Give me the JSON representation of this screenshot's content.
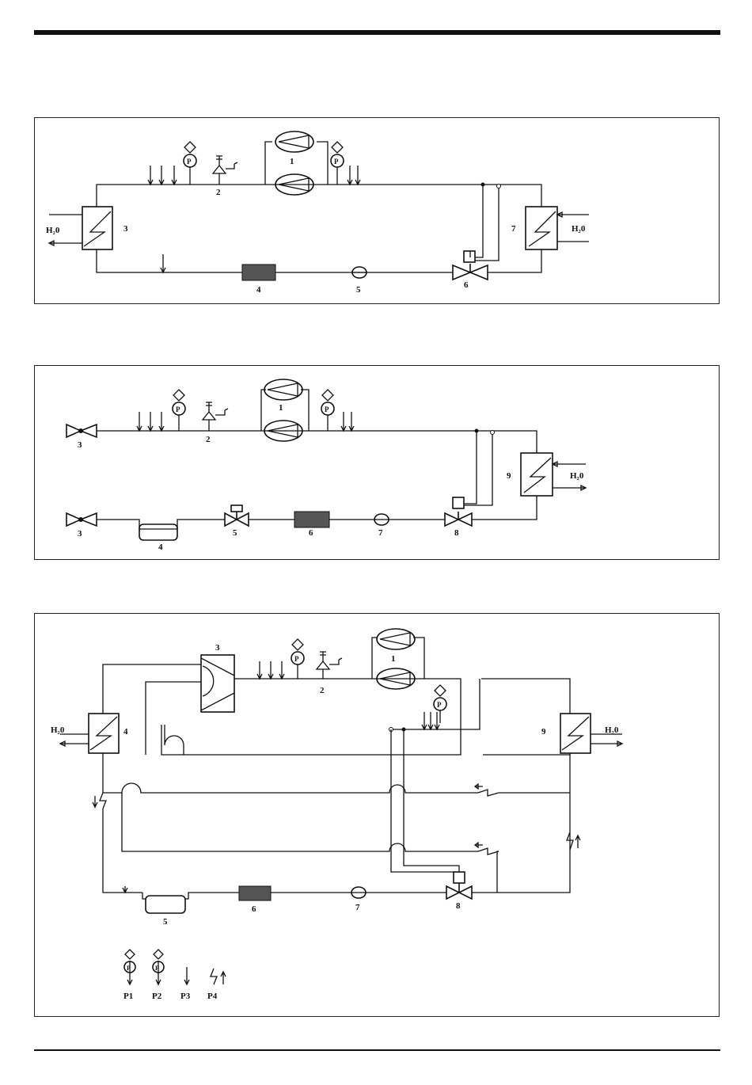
{
  "diagram_1": {
    "labels": {
      "compressor": "1",
      "safety_valve": "2",
      "evaporator": "3",
      "filter_drier": "4",
      "sight_glass": "5",
      "expansion_valve": "6",
      "condenser": "7"
    },
    "water_in": "H₂0",
    "water_out": "H₂0"
  },
  "diagram_2": {
    "labels": {
      "compressor": "1",
      "safety_valve": "2",
      "shutoff_valve_top": "3",
      "shutoff_valve_bottom": "3",
      "receiver": "4",
      "solenoid_valve": "5",
      "filter_drier": "6",
      "sight_glass": "7",
      "expansion_valve": "8",
      "condenser": "9"
    },
    "water": "H₂0"
  },
  "diagram_3": {
    "labels": {
      "compressor": "1",
      "safety_valve": "2",
      "heat_exchanger": "3",
      "condenser_left": "4",
      "receiver": "5",
      "filter_drier": "6",
      "sight_glass": "7",
      "expansion_valve": "8",
      "condenser_right": "9"
    },
    "water_left": "H₂0",
    "water_right": "H₂0"
  },
  "legend": {
    "p1": "P1",
    "p2": "P2",
    "p3": "P3",
    "p4": "P4"
  },
  "gauge_letter": "P"
}
